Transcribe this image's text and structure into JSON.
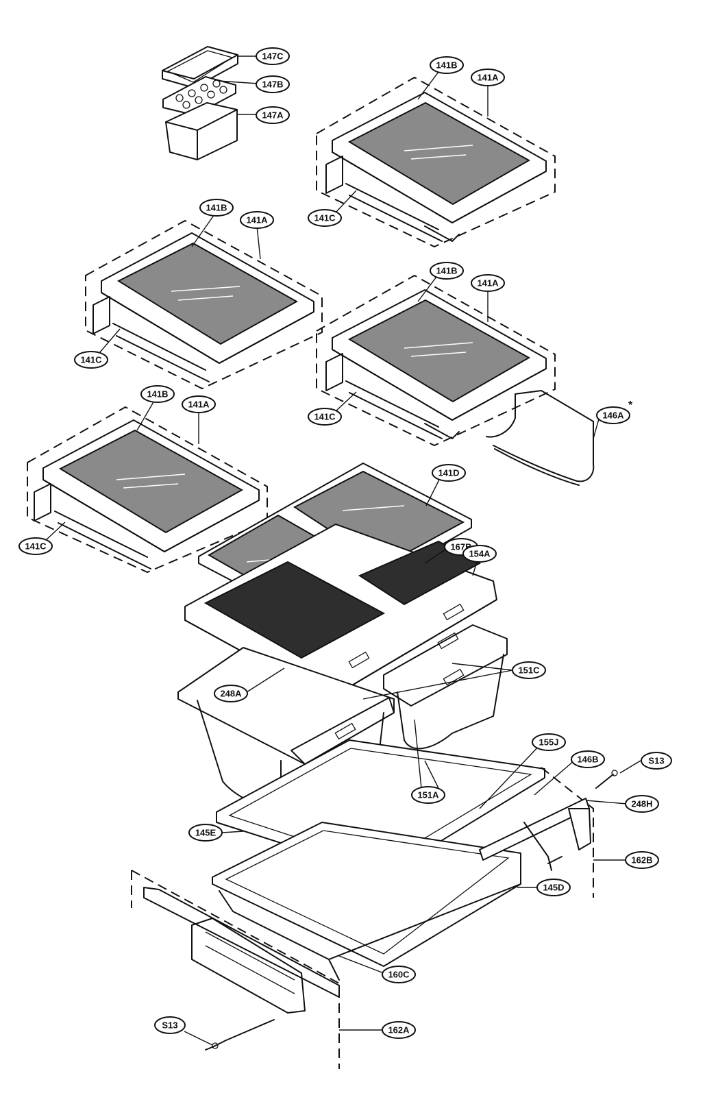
{
  "diagram": {
    "labels": {
      "l147C": "147C",
      "l147B": "147B",
      "l147A": "147A",
      "l141B_1": "141B",
      "l141A_1": "141A",
      "l141C_1": "141C",
      "l141B_2": "141B",
      "l141A_2": "141A",
      "l141C_2": "141C",
      "l141B_3": "141B",
      "l141A_3": "141A",
      "l141C_3": "141C",
      "l146A": "146A",
      "l146A_mark": "*",
      "l141B_4": "141B",
      "l141A_4": "141A",
      "l141C_4": "141C",
      "l141D": "141D",
      "l167B": "167B",
      "l154A": "154A",
      "l151C": "151C",
      "l248A": "248A",
      "l155J": "155J",
      "l146B": "146B",
      "lS13_1": "S13",
      "l151A": "151A",
      "l248H": "248H",
      "l145E": "145E",
      "l162B": "162B",
      "l145D": "145D",
      "l160C": "160C",
      "lS13_2": "S13",
      "l162A": "162A"
    }
  }
}
